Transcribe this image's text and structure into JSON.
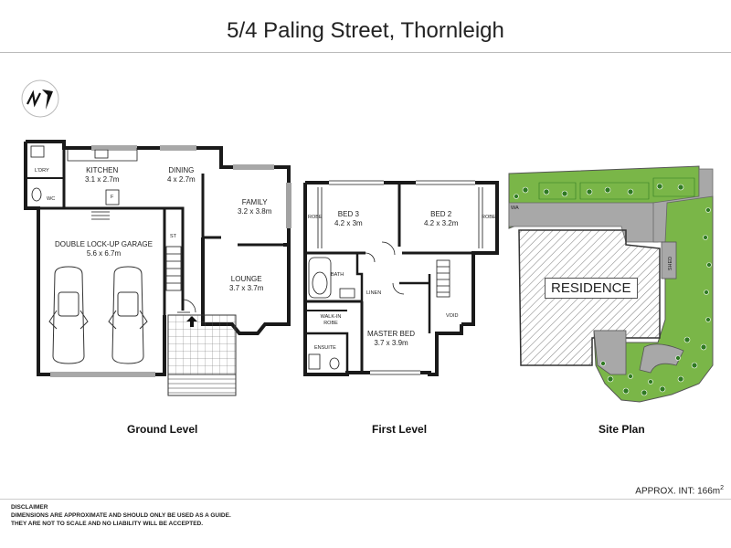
{
  "page_title": "5/4 Paling Street, Thornleigh",
  "levels": {
    "ground": "Ground Level",
    "first": "First Level",
    "site": "Site Plan"
  },
  "ground_rooms": {
    "laundry": {
      "name": "L'DRY"
    },
    "wc": {
      "name": "WC"
    },
    "kitchen": {
      "name": "KITCHEN",
      "size": "3.1 x 2.7m"
    },
    "dining": {
      "name": "DINING",
      "size": "4 x 2.7m"
    },
    "family": {
      "name": "FAMILY",
      "size": "3.2 x 3.8m"
    },
    "garage": {
      "name": "DOUBLE LOCK-UP GARAGE",
      "size": "5.6 x 6.7m"
    },
    "stairs": {
      "name": "ST"
    },
    "lounge": {
      "name": "LOUNGE",
      "size": "3.7 x 3.7m"
    },
    "fridge": {
      "name": "F"
    }
  },
  "first_rooms": {
    "bed3": {
      "name": "BED 3",
      "size": "4.2 x 3m"
    },
    "bed2": {
      "name": "BED 2",
      "size": "4.2 x 3.2m"
    },
    "robe1": {
      "name": "ROBE"
    },
    "robe2": {
      "name": "ROBE"
    },
    "bath": {
      "name": "BATH"
    },
    "linen": {
      "name": "LINEN"
    },
    "walkin": {
      "name": "WALK-IN ROBE"
    },
    "ensuite": {
      "name": "ENSUITE"
    },
    "master": {
      "name": "MASTER BED",
      "size": "3.7 x 3.9m"
    },
    "void": {
      "name": "VOID"
    }
  },
  "site": {
    "residence": "RESIDENCE",
    "shed": "SHED",
    "wa": "WA"
  },
  "approx_label": "APPROX. INT:",
  "approx_value": "166m",
  "approx_sup": "2",
  "disclaimer": [
    "DISCLAIMER",
    "DIMENSIONS ARE APPROXIMATE AND SHOULD ONLY BE USED AS A  GUIDE.",
    "THEY ARE NOT TO SCALE AND NO LIABILITY WILL BE ACCEPTED."
  ],
  "colors": {
    "wall": "#1a1a1a",
    "lawn": "#7ab648",
    "tree": "#2f7a22",
    "paving": "#a8a8a8"
  },
  "icons": [
    "north-arrow-icon",
    "car-icon",
    "tree-icon"
  ]
}
